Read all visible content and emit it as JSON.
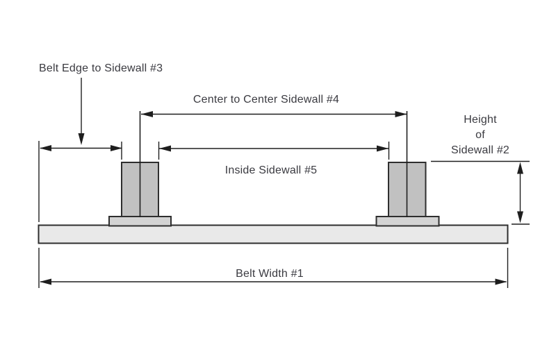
{
  "diagram": {
    "labels": {
      "belt_edge_to_sidewall": "Belt Edge to Sidewall #3",
      "center_to_center": "Center to Center Sidewall #4",
      "inside_sidewall": "Inside Sidewall #5",
      "height_of_sidewall": {
        "lines": [
          "Height",
          "of",
          "Sidewall #2"
        ]
      },
      "belt_width": "Belt Width #1"
    }
  },
  "colors": {
    "bg_color": "#ffffff",
    "belt_fill": "#e9e9e9",
    "sidewall_fill": "#c1c1c1",
    "base_fill": "#d3d3d3",
    "outline_color": "#2e2e2e",
    "line_color": "#1e1e1e",
    "text_color": "#3a3a40"
  }
}
